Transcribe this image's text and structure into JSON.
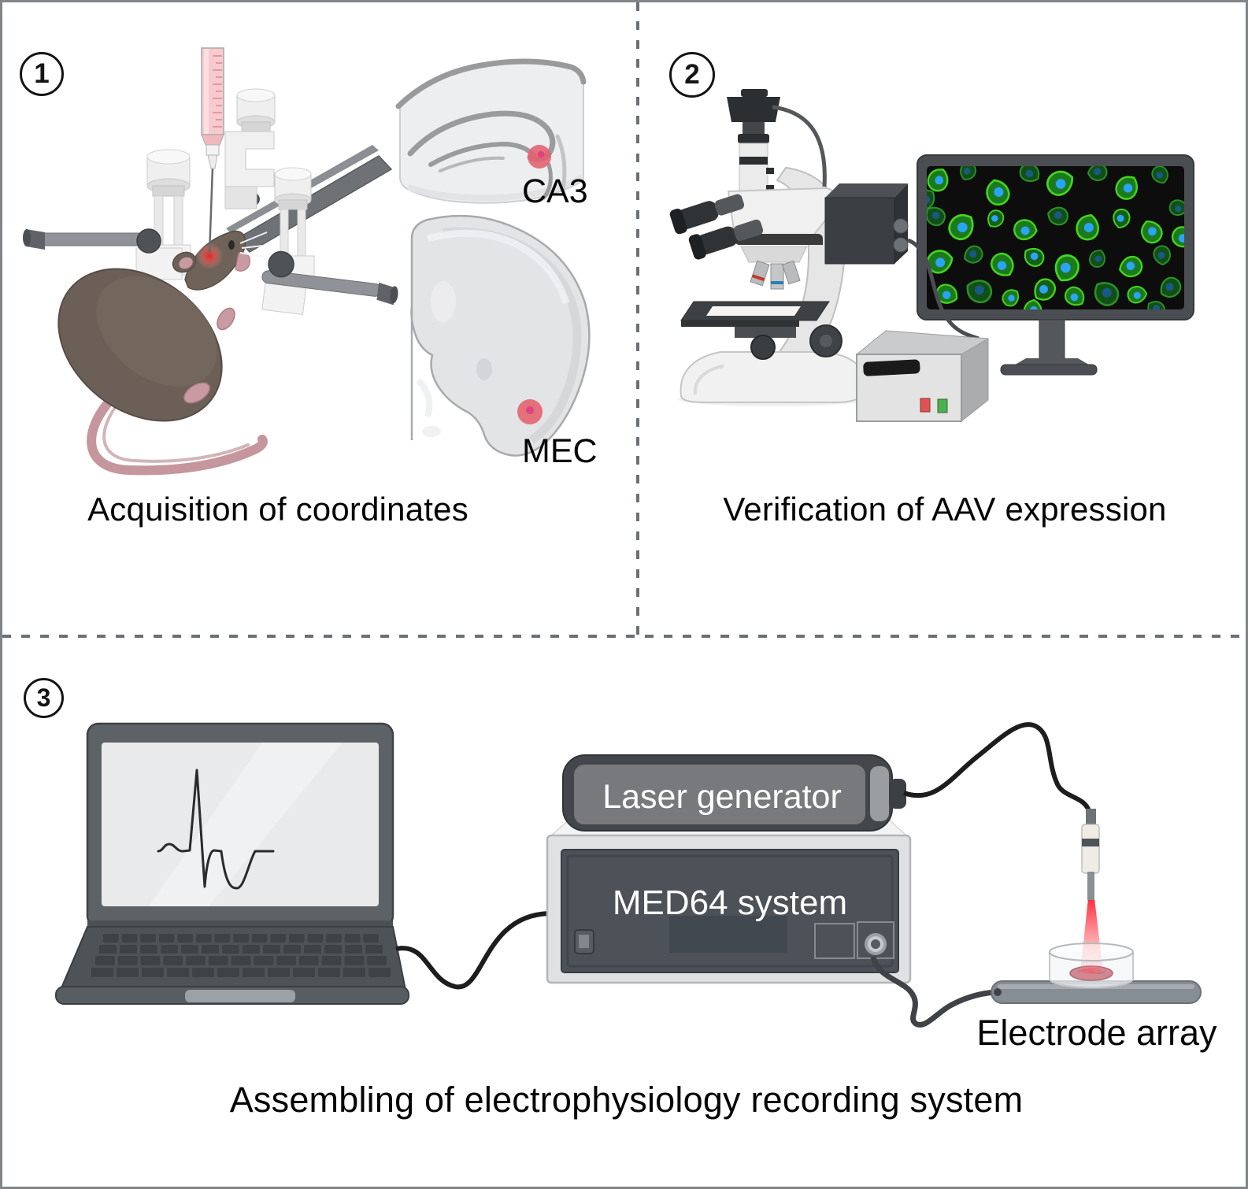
{
  "panels": {
    "p1": {
      "number": "1",
      "caption": "Acquisition of coordinates",
      "ca3_label": "CA3",
      "mec_label": "MEC"
    },
    "p2": {
      "number": "2",
      "caption": "Verification of AAV expression"
    },
    "p3": {
      "number": "3",
      "caption": "Assembling of electrophysiology recording system",
      "laser_label": "Laser generator",
      "med64_label": "MED64 system",
      "electrode_label": "Electrode array"
    }
  },
  "colors": {
    "injection_target_red": "#e4606d",
    "cell_outline_green": "#44d51d",
    "cell_nucleus_blue": "#2aa5f5",
    "laser_beam_red": "#ff1f30",
    "divider_gray": "#6b7075"
  }
}
